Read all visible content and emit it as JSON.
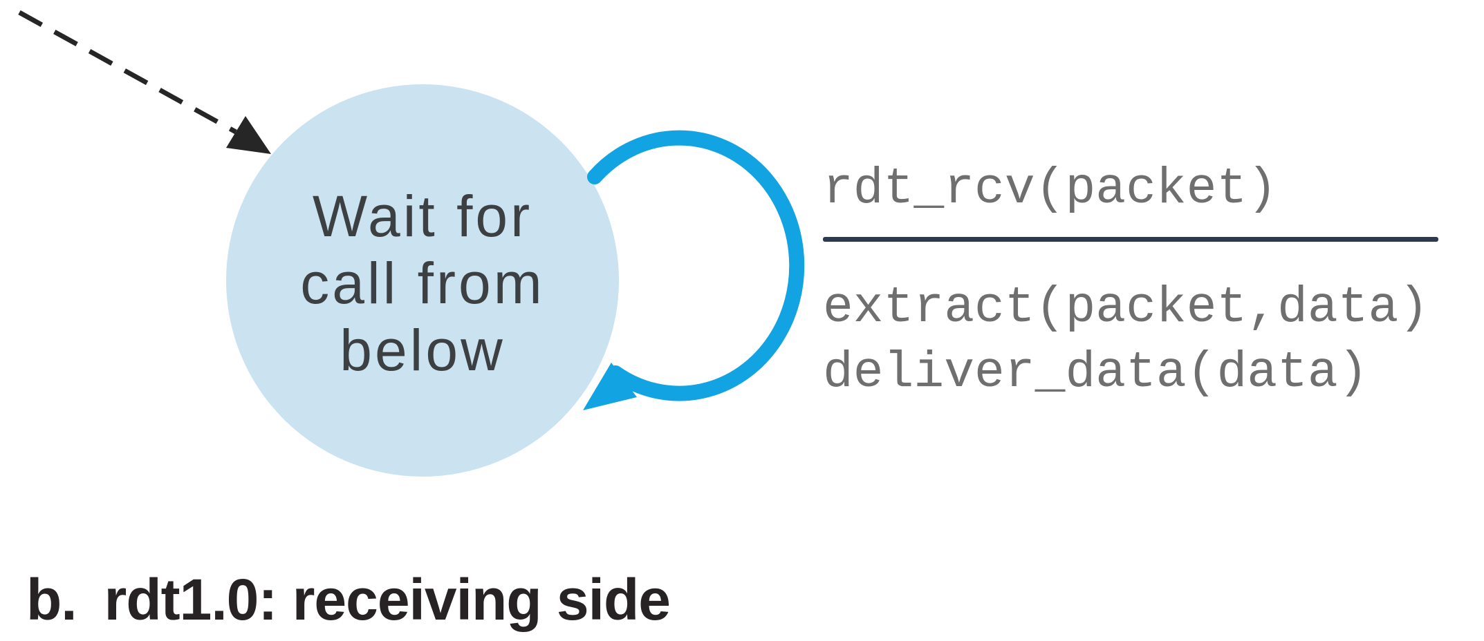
{
  "figure_type": "finite-state-machine",
  "state": {
    "label_lines": [
      "Wait for",
      "call from",
      "below"
    ],
    "fill": "#cbe2f1",
    "text_color": "#3d4043"
  },
  "transition": {
    "event": "rdt_rcv(packet)",
    "actions": [
      "extract(packet,data)",
      "deliver_data(data)"
    ],
    "arrow_color": "#12a3e2",
    "code_color": "#6f6f6f",
    "divider_color": "#2c3a4e"
  },
  "initial_transition": {
    "arrow_color": "#262626",
    "style": "dashed"
  },
  "caption": {
    "index": "b.",
    "text": "rdt1.0: receiving side"
  }
}
